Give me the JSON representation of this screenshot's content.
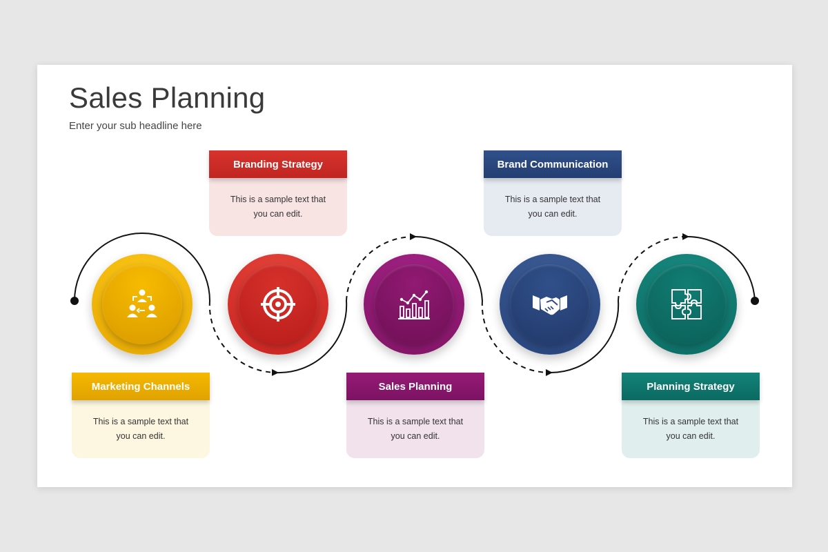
{
  "slide": {
    "title": "Sales Planning",
    "subtitle": "Enter your sub headline here"
  },
  "steps": [
    {
      "title": "Marketing Channels",
      "text": "This is a sample text that you can edit.",
      "color": "#e8ad00",
      "light": "#fdf7e1",
      "icon": "team-exchange-icon"
    },
    {
      "title": "Branding Strategy",
      "text": "This is a sample text that you can edit.",
      "color": "#d42e2a",
      "light": "#f9e4e4",
      "icon": "target-icon"
    },
    {
      "title": "Sales Planning",
      "text": "This is a sample text that you can edit.",
      "color": "#8e176e",
      "light": "#f1e2ec",
      "icon": "chart-icon"
    },
    {
      "title": "Brand Communication",
      "text": "This is a sample text that you can edit.",
      "color": "#2e4c83",
      "light": "#e6eaf1",
      "icon": "handshake-icon"
    },
    {
      "title": "Planning Strategy",
      "text": "This is a sample text that you can edit.",
      "color": "#107c73",
      "light": "#e0efee",
      "icon": "puzzle-icon"
    }
  ]
}
